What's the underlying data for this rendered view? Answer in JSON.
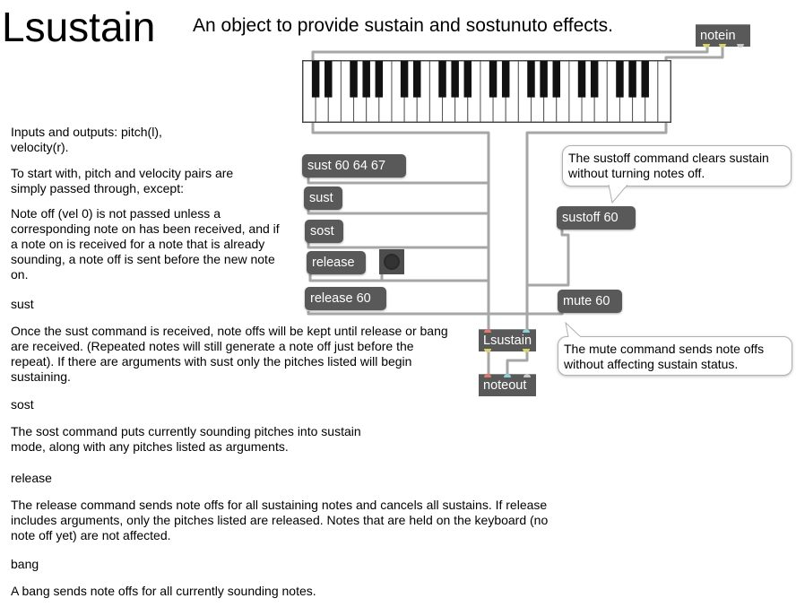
{
  "header": {
    "title": "Lsustain",
    "subtitle": "An object to provide sustain and sostunuto effects."
  },
  "doc": {
    "p1": "Inputs and outputs: pitch(l), velocity(r).",
    "p2": "To start with, pitch and velocity pairs are simply passed through, except:",
    "p3": "Note off (vel 0) is not passed unless a corresponding note on has been received, and if a note on is received for a note that is already sounding, a note off is sent before the new note on.",
    "h_sust": "sust",
    "p_sust": "Once the sust command is received, note offs will be kept until release or bang are received. (Repeated notes will still generate a note off just before the repeat). If there are arguments with sust only the pitches listed will begin sustaining.",
    "h_sost": "sost",
    "p_sost": "The sost command puts currently sounding pitches into sustain mode, along with any pitches listed as arguments.",
    "h_release": "release",
    "p_release": "The release command sends note offs for all sustaining notes and cancels all sustains. If release includes arguments, only the pitches listed are released. Notes that are held on the keyboard (no note off yet) are not affected.",
    "h_bang": "bang",
    "p_bang": "A bang sends note offs for all currently sounding notes."
  },
  "patch": {
    "notein": "notein",
    "lsustain": "Lsustain",
    "noteout": "noteout",
    "messages": {
      "sust_args": "sust 60 64 67",
      "sust": "sust",
      "sost": "sost",
      "release": "release",
      "release_60": "release 60",
      "sustoff_60": "sustoff 60",
      "mute_60": "mute 60"
    },
    "comments": {
      "sustoff": "The sustoff command clears sustain without turning notes off.",
      "mute": "The mute command sends note offs without affecting sustain status."
    }
  },
  "keyboard": {
    "white_keys": 29,
    "first_key": "C"
  },
  "colors": {
    "object_fill": "#595959",
    "wire": "#a6a6a6",
    "text": "#000000",
    "inlet_cyan": "#8fd0dc",
    "outlet_yellow": "#d9d46a"
  }
}
